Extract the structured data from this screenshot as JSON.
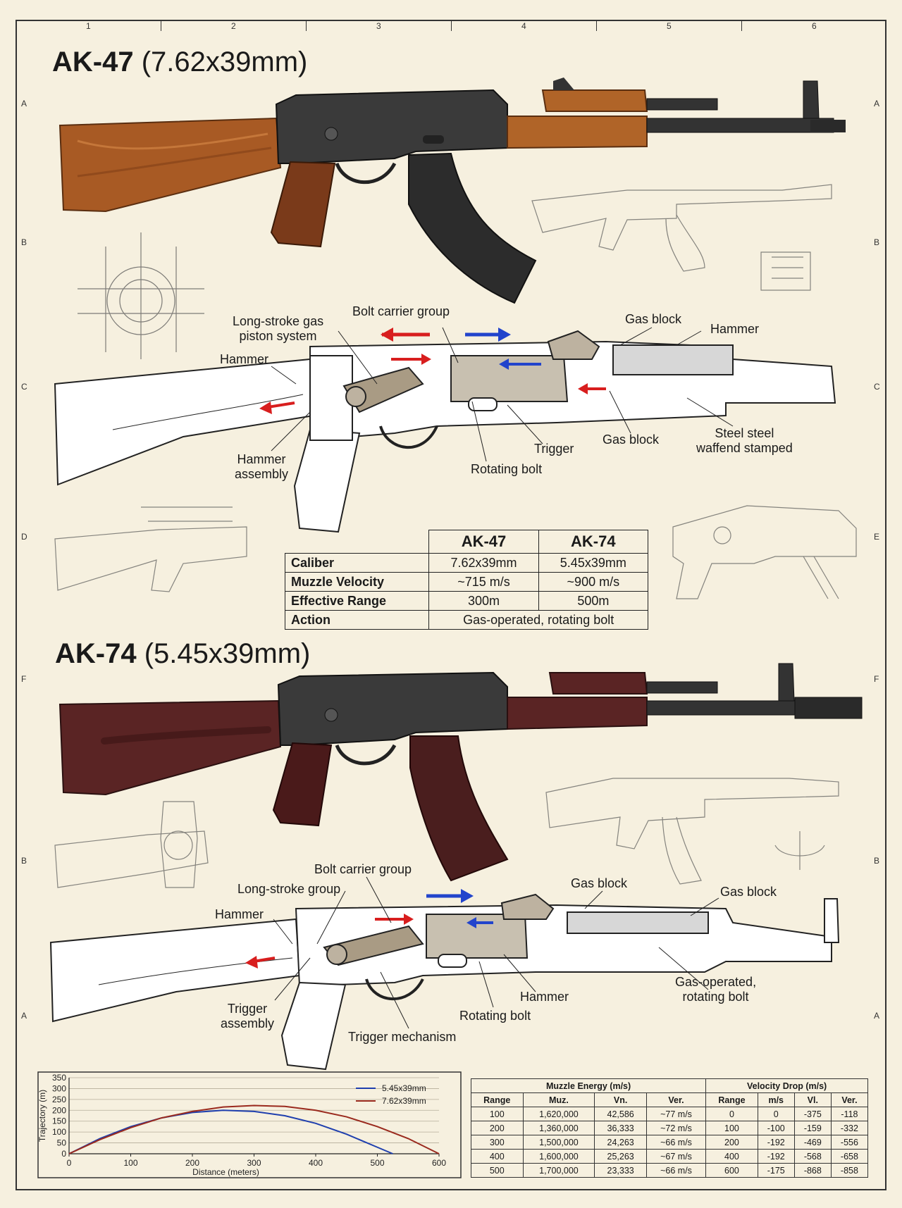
{
  "grid": {
    "columns": [
      "1",
      "2",
      "3",
      "4",
      "5",
      "6"
    ],
    "rows_left": [
      "A",
      "B",
      "C",
      "D",
      "F",
      "B",
      "A"
    ],
    "rows_right": [
      "A",
      "B",
      "C",
      "E",
      "F",
      "B",
      "A"
    ]
  },
  "ak47": {
    "title_model": "AK-47",
    "title_caliber": "(7.62x39mm)",
    "labels": {
      "piston": "Long-stroke gas\npiston system",
      "bolt_carrier": "Bolt carrier group",
      "gas_block_top": "Gas block",
      "hammer_top": "Hammer",
      "hammer_left": "Hammer",
      "hammer_assembly": "Hammer\nassembly",
      "trigger": "Trigger",
      "rotating_bolt": "Rotating bolt",
      "gas_block_bottom": "Gas block",
      "steel": "Steel steel\nwaffend stamped"
    },
    "colors": {
      "stock": "#a85a24",
      "metal": "#3a3a3a"
    }
  },
  "spec_table": {
    "headers": [
      "",
      "AK-47",
      "AK-74"
    ],
    "rows": [
      {
        "label": "Caliber",
        "ak47": "7.62x39mm",
        "ak74": "5.45x39mm"
      },
      {
        "label": "Muzzle Velocity",
        "ak47": "~715 m/s",
        "ak74": "~900 m/s"
      },
      {
        "label": "Effective Range",
        "ak47": "300m",
        "ak74": "500m"
      }
    ],
    "action_label": "Action",
    "action_value": "Gas-operated, rotating bolt"
  },
  "ak74": {
    "title_model": "AK-74",
    "title_caliber": "(5.45x39mm)",
    "labels": {
      "bolt_carrier": "Bolt carrier group",
      "long_stroke": "Long-stroke group",
      "hammer_left": "Hammer",
      "gas_block_a": "Gas block",
      "gas_block_b": "Gas block",
      "trigger_assembly": "Trigger\nassembly",
      "hammer_bottom": "Hammer",
      "rotating_bolt": "Rotating bolt",
      "trigger_mechanism": "Trigger mechanism",
      "gas_operated": "Gas-operated,\nrotating bolt"
    },
    "colors": {
      "stock": "#5a2424",
      "metal": "#3a3a3a"
    }
  },
  "chart_data": {
    "type": "line",
    "ylabel": "Trajectory (m)",
    "xlabel": "Distance (meters)",
    "xlim": [
      0,
      600
    ],
    "ylim": [
      0,
      350
    ],
    "xticks": [
      0,
      100,
      200,
      300,
      400,
      500,
      600
    ],
    "yticks": [
      0,
      50,
      100,
      150,
      200,
      250,
      300,
      350
    ],
    "legend_position": "top-right",
    "series": [
      {
        "name": "5.45x39mm",
        "color": "#1f3fae",
        "x": [
          0,
          50,
          100,
          150,
          200,
          250,
          300,
          350,
          400,
          450,
          500,
          525
        ],
        "y": [
          0,
          70,
          125,
          165,
          190,
          200,
          195,
          175,
          140,
          90,
          30,
          0
        ]
      },
      {
        "name": "7.62x39mm",
        "color": "#9a2a1e",
        "x": [
          0,
          50,
          100,
          150,
          200,
          250,
          300,
          350,
          400,
          450,
          500,
          550,
          600
        ],
        "y": [
          0,
          65,
          120,
          165,
          195,
          215,
          222,
          218,
          200,
          170,
          125,
          70,
          0
        ]
      }
    ]
  },
  "ballistics_table": {
    "group_headers": [
      "Muzzle Energy (m/s)",
      "Velocity Drop (m/s)"
    ],
    "headers": [
      "Range",
      "Muz.",
      "Vn.",
      "Ver.",
      "Range",
      "m/s",
      "Vl.",
      "Ver."
    ],
    "rows": [
      [
        "100",
        "1,620,000",
        "42,586",
        "~77 m/s",
        "0",
        "0",
        "-375",
        "-118"
      ],
      [
        "200",
        "1,360,000",
        "36,333",
        "~72 m/s",
        "100",
        "-100",
        "-159",
        "-332"
      ],
      [
        "300",
        "1,500,000",
        "24,263",
        "~66 m/s",
        "200",
        "-192",
        "-469",
        "-556"
      ],
      [
        "400",
        "1,600,000",
        "25,263",
        "~67 m/s",
        "400",
        "-192",
        "-568",
        "-658"
      ],
      [
        "500",
        "1,700,000",
        "23,333",
        "~66 m/s",
        "600",
        "-175",
        "-868",
        "-858"
      ]
    ]
  }
}
